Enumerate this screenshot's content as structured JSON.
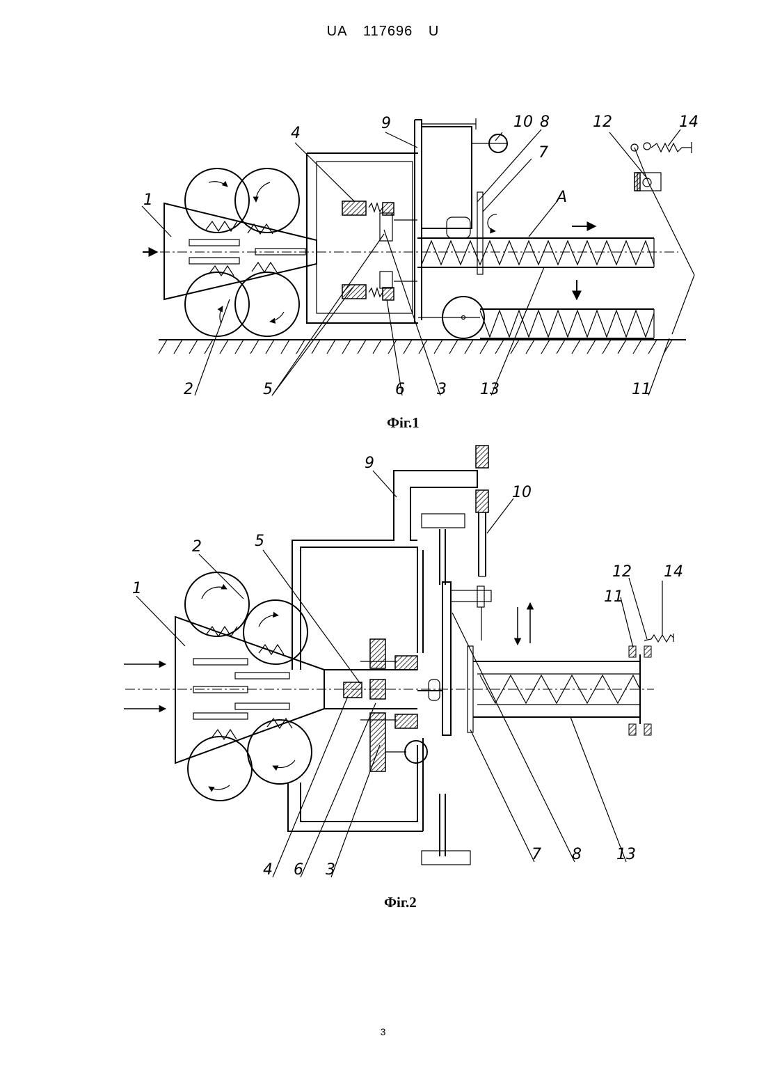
{
  "header": {
    "country": "UA",
    "number": "117696",
    "kind": "U"
  },
  "figures": [
    {
      "caption": "Фіг.1",
      "labels": [
        "1",
        "2",
        "3",
        "4",
        "5",
        "6",
        "7",
        "8",
        "9",
        "10",
        "11",
        "12",
        "13",
        "14",
        "A"
      ]
    },
    {
      "caption": "Фіг.2",
      "labels": [
        "1",
        "2",
        "3",
        "4",
        "5",
        "6",
        "7",
        "8",
        "9",
        "10",
        "11",
        "12",
        "13",
        "14"
      ]
    }
  ],
  "page_number": "3"
}
